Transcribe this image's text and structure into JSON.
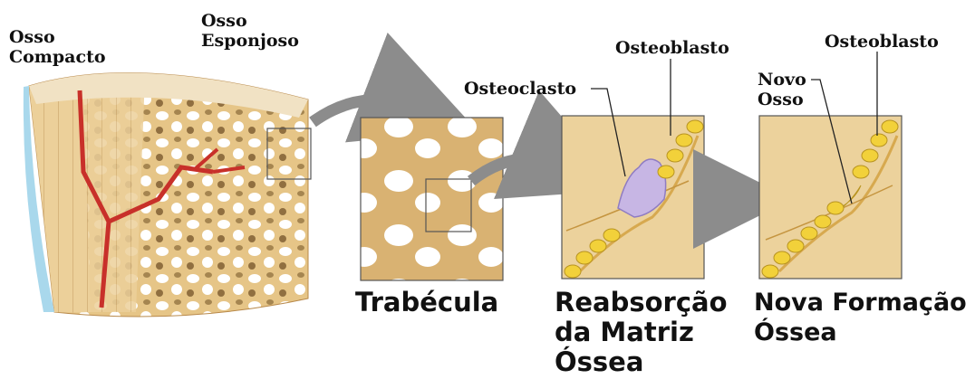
{
  "labels": {
    "osso_compacto": [
      "Osso",
      "Compacto"
    ],
    "osso_esponjoso": [
      "Osso",
      "Esponjoso"
    ],
    "osteoclasto": "Osteoclasto",
    "osteoblasto_1": "Osteoblasto",
    "osteoblasto_2": "Osteoblasto",
    "novo_osso": [
      "Novo",
      "Osso"
    ]
  },
  "captions": {
    "trabecula": "Trabécula",
    "reabsorcao": [
      "Reabsorção",
      "da Matriz",
      "Óssea"
    ],
    "nova_formacao": [
      "Nova Formação",
      "Óssea"
    ]
  },
  "colors": {
    "bone": "#e8c88a",
    "bone_dark": "#b8894a",
    "marrow_gap": "#ffffff",
    "vessel": "#c8302a",
    "periosteum": "#a9d8ec",
    "osteoclast": "#c7b6e4",
    "osteoblast": "#f2d13a",
    "arrow": "#8c8c8c"
  }
}
